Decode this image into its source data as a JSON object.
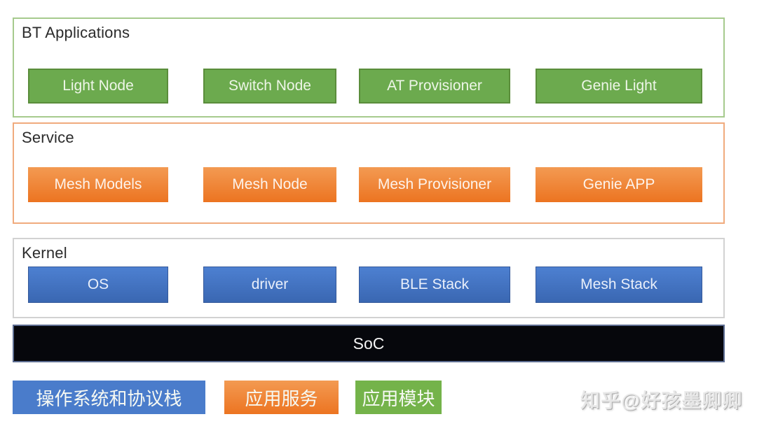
{
  "sections": [
    {
      "title": "BT Applications",
      "category_color": "#6caa4e",
      "modules": [
        "Light Node",
        "Switch Node",
        "AT Provisioner",
        "Genie Light"
      ]
    },
    {
      "title": "Service",
      "category_color": "#ed7d31",
      "modules": [
        "Mesh Models",
        "Mesh Node",
        "Mesh Provisioner",
        "Genie APP"
      ]
    },
    {
      "title": "Kernel",
      "category_color": "#4472c4",
      "modules": [
        "OS",
        "driver",
        "BLE Stack",
        "Mesh Stack"
      ]
    }
  ],
  "soc": {
    "label": "SoC",
    "fill": "#06070c"
  },
  "legend": [
    {
      "label": "操作系统和协议栈",
      "color": "#4a7ccb"
    },
    {
      "label": "应用服务",
      "color": "#ed7d31"
    },
    {
      "label": "应用模块",
      "color": "#74b34a"
    }
  ],
  "watermark": {
    "text": "知乎@好孩墨卿卿"
  },
  "container_borders": {
    "bt_applications": "#a6ca8d",
    "service": "#f0ab7d",
    "kernel": "#d2d2d2",
    "soc": "#5d6d92"
  }
}
